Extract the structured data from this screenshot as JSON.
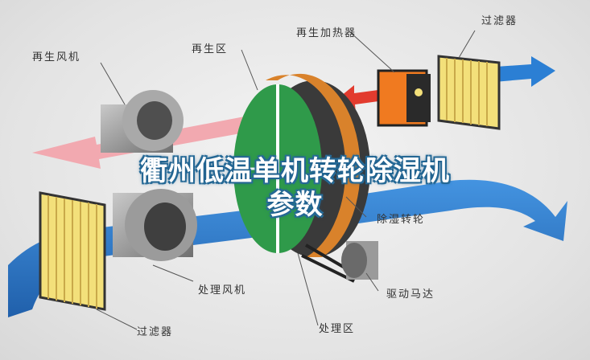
{
  "labels": {
    "regen_fan": "再生风机",
    "regen_zone": "再生区",
    "regen_heater": "再生加热器",
    "filter_top": "过滤器",
    "desiccant_wheel": "除湿转轮",
    "process_fan": "处理风机",
    "drive_motor": "驱动马达",
    "filter_bottom": "过滤器",
    "process_zone": "处理区"
  },
  "title": {
    "line1": "衢州低温单机转轮除湿机",
    "line2": "参数"
  },
  "colors": {
    "process_air": "#1f72c8",
    "regen_out_air": "#f2a9b0",
    "regen_in_air": "#e23b2e",
    "wheel_green": "#2f9a4a",
    "wheel_orange": "#d9822b",
    "heater": "#f07a20",
    "filter": "#f3e07a"
  },
  "icons": [
    "fan-icon",
    "filter-icon",
    "heater-icon",
    "motor-icon",
    "desiccant-wheel-icon"
  ]
}
